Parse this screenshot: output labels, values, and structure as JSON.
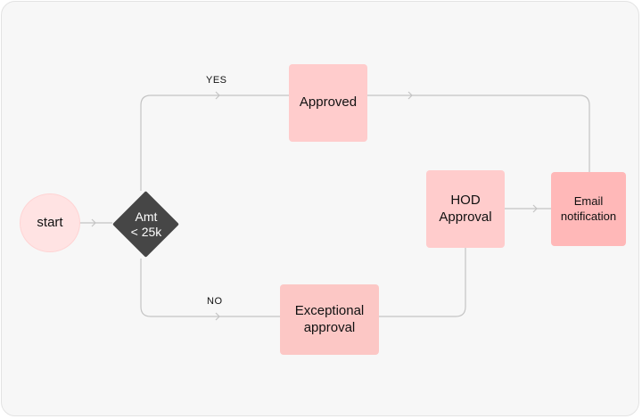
{
  "diagram": {
    "nodes": {
      "start": "start",
      "decision": "Amt\n< 25k",
      "approved": "Approved",
      "exceptional": "Exceptional\napproval",
      "hod": "HOD\nApproval",
      "email": "Email\nnotification"
    },
    "edge_labels": {
      "yes": "YES",
      "no": "NO"
    },
    "edges": [
      {
        "from": "start",
        "to": "decision"
      },
      {
        "from": "decision",
        "to": "approved",
        "label": "yes"
      },
      {
        "from": "approved",
        "to": "email"
      },
      {
        "from": "decision",
        "to": "exceptional",
        "label": "no"
      },
      {
        "from": "exceptional",
        "to": "hod"
      },
      {
        "from": "hod",
        "to": "email"
      }
    ],
    "colors": {
      "canvas": "#f7f7f7",
      "edge": "#c4c4c4",
      "start": "#ffe3e3",
      "decision": "#464646",
      "node": "#ffcccc",
      "email": "#ffb8b8"
    }
  }
}
